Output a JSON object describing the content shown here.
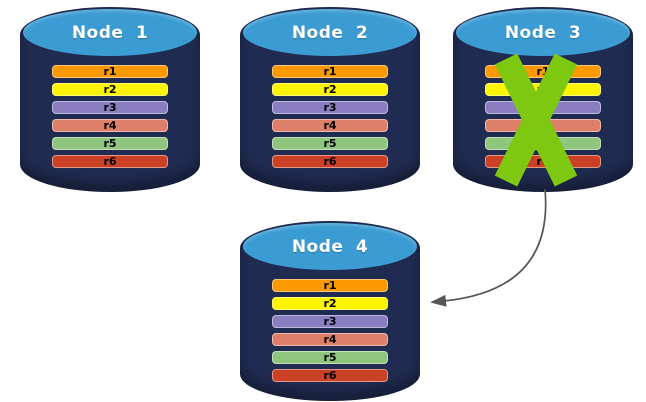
{
  "diagram": {
    "colors": {
      "cylinder_body": "#1F2B50",
      "cylinder_top": "#3B9CD3",
      "failure_x": "#7EC812",
      "arrow": "#555555",
      "row_text": "#000000",
      "title_text": "#FFFFFF"
    },
    "nodes": [
      {
        "label": "Node 1",
        "has_failure_x": false,
        "rows": [
          {
            "label": "r1",
            "color": "#FA9900"
          },
          {
            "label": "r2",
            "color": "#FDF400"
          },
          {
            "label": "r3",
            "color": "#8A7EC1"
          },
          {
            "label": "r4",
            "color": "#DE8069"
          },
          {
            "label": "r5",
            "color": "#90C57E"
          },
          {
            "label": "r6",
            "color": "#CB4126"
          }
        ]
      },
      {
        "label": "Node 2",
        "has_failure_x": false,
        "rows": [
          {
            "label": "r1",
            "color": "#FA9900"
          },
          {
            "label": "r2",
            "color": "#FDF400"
          },
          {
            "label": "r3",
            "color": "#8A7EC1"
          },
          {
            "label": "r4",
            "color": "#DE8069"
          },
          {
            "label": "r5",
            "color": "#90C57E"
          },
          {
            "label": "r6",
            "color": "#CB4126"
          }
        ]
      },
      {
        "label": "Node 3",
        "has_failure_x": true,
        "rows": [
          {
            "label": "r1",
            "color": "#FA9900"
          },
          {
            "label": "r2",
            "color": "#FDF400"
          },
          {
            "label": "r3",
            "color": "#8A7EC1"
          },
          {
            "label": "r4",
            "color": "#DE8069"
          },
          {
            "label": "r5",
            "color": "#90C57E"
          },
          {
            "label": "r6",
            "color": "#CB4126"
          }
        ]
      },
      {
        "label": "Node 4",
        "has_failure_x": false,
        "rows": [
          {
            "label": "r1",
            "color": "#FA9900"
          },
          {
            "label": "r2",
            "color": "#FDF400"
          },
          {
            "label": "r3",
            "color": "#8A7EC1"
          },
          {
            "label": "r4",
            "color": "#DE8069"
          },
          {
            "label": "r5",
            "color": "#90C57E"
          },
          {
            "label": "r6",
            "color": "#CB4126"
          }
        ]
      }
    ],
    "arrow": {
      "from": "Node 3",
      "to": "Node 4"
    }
  }
}
